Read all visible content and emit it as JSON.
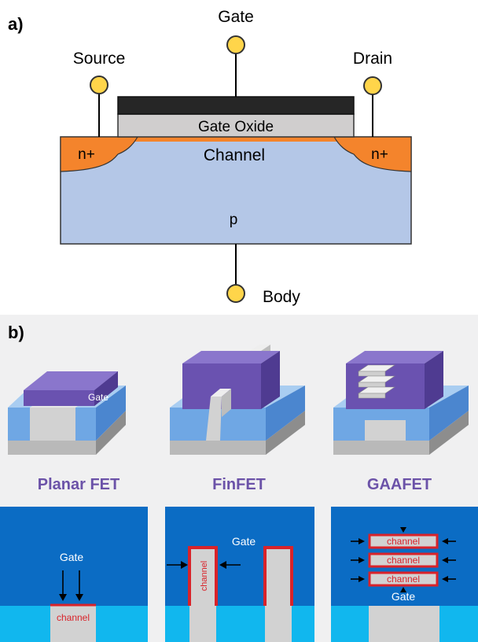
{
  "panel_a": {
    "label": "a)",
    "gate_label": "Gate",
    "source_label": "Source",
    "drain_label": "Drain",
    "gate_oxide_label": "Gate Oxide",
    "channel_label": "Channel",
    "n_plus_left": "n+",
    "n_plus_right": "n+",
    "substrate_label": "p",
    "body_label": "Body"
  },
  "panel_b": {
    "label": "b)",
    "planar": {
      "title": "Planar FET",
      "gate_label": "Gate",
      "xsec_gate": "Gate",
      "xsec_channel": "channel"
    },
    "finfet": {
      "title": "FinFET",
      "xsec_gate": "Gate",
      "xsec_channel": "channel"
    },
    "gaafet": {
      "title": "GAAFET",
      "xsec_gate": "Gate",
      "channels": [
        "channel",
        "channel",
        "channel"
      ]
    }
  },
  "colors": {
    "substrate": "#b4c7e7",
    "n_plus": "#f4842c",
    "gate_metal": "#262626",
    "gate_oxide": "#d0cece",
    "contact": "#ffd54a",
    "gate_purple": "#6a52b0",
    "fin_blue": "#6fa7e4",
    "xsec_gate_blue": "#0b6cc4",
    "xsec_sub_cyan": "#11b7ee",
    "channel_red": "#d9232a",
    "title_purple": "#6b52a8"
  }
}
